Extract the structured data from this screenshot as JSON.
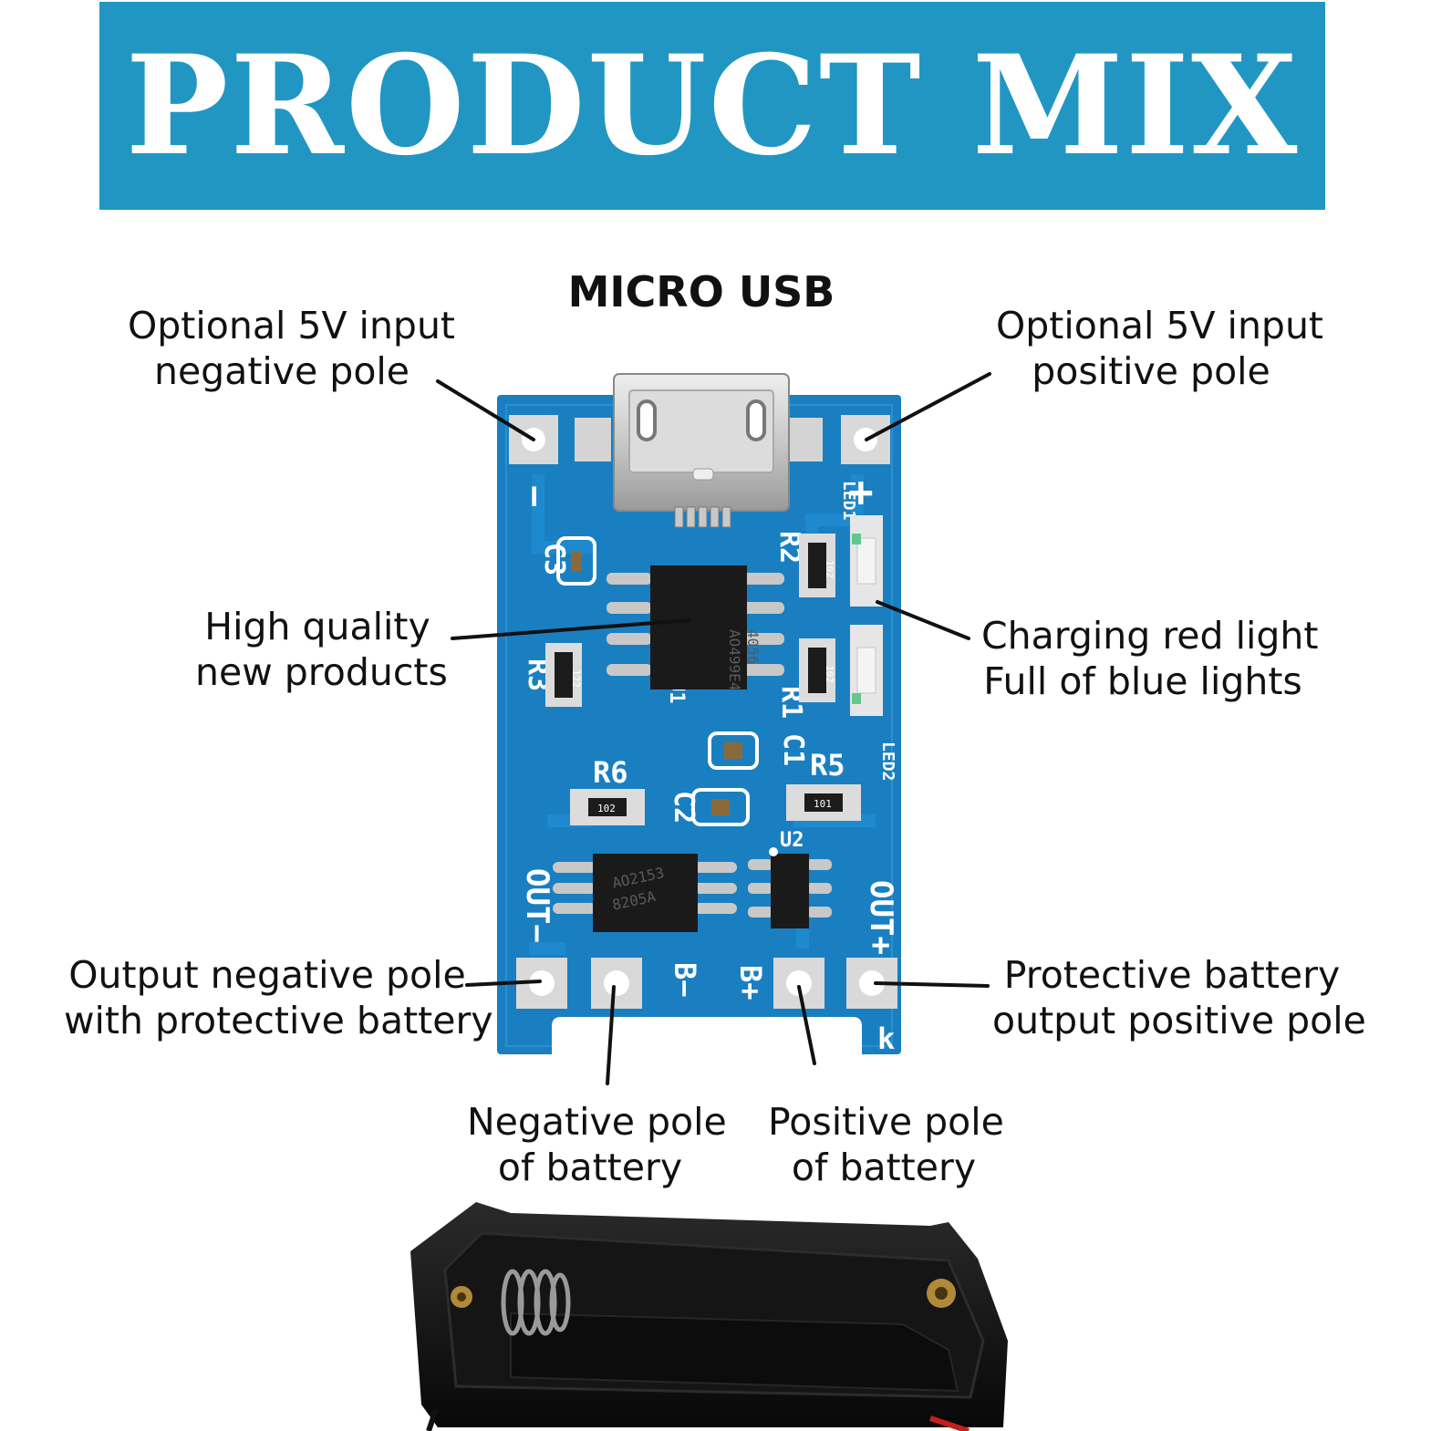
{
  "banner": {
    "title": "PRODUCT MIX",
    "color": "#2196c3"
  },
  "heading": "MICRO USB",
  "labels": {
    "input_negative": [
      "Optional 5V input",
      "negative pole"
    ],
    "input_positive": [
      "Optional 5V input",
      "positive pole"
    ],
    "high_quality": [
      "High quality",
      "new products"
    ],
    "charging_light": [
      "Charging red light",
      "Full of blue lights"
    ],
    "output_negative": [
      "Output negative pole",
      "with protective battery"
    ],
    "output_positive": [
      "Protective battery",
      "output positive pole"
    ],
    "battery_negative": [
      "Negative pole",
      "of battery"
    ],
    "battery_positive": [
      "Positive pole",
      "of battery"
    ]
  },
  "board": {
    "pcb_color": "#1a7fc1",
    "silkscreen": {
      "minus": "−",
      "plus": "+",
      "c3": "C3",
      "r2": "R2",
      "r3": "R3",
      "r1": "R1",
      "c1": "C1",
      "r6": "R6",
      "r5": "R5",
      "c2": "C2",
      "u1": "U1",
      "u2": "U2",
      "led1": "LED1",
      "led2": "LED2",
      "out_minus": "OUT−",
      "out_plus": "OUT+",
      "b_minus": "B−",
      "b_plus": "B+",
      "k": "k"
    },
    "chips": {
      "main_line1": "4056",
      "main_line2": "AO499E4",
      "prot_line1": "AO2153",
      "prot_line2": "8205A"
    },
    "resistor_codes": {
      "r2": "102",
      "r1": "102",
      "r3": "122",
      "r6": "102",
      "r5": "101"
    }
  }
}
